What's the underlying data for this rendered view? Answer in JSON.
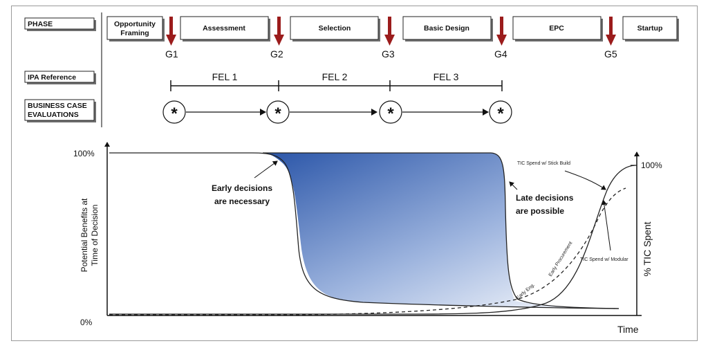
{
  "labels": {
    "phase": "PHASE",
    "ipa_reference": "IPA Reference",
    "business_case_line1": "BUSINESS CASE",
    "business_case_line2": "EVALUATIONS"
  },
  "phases": [
    {
      "line1": "Opportunity",
      "line2": "Framing"
    },
    {
      "line1": "Assessment",
      "line2": ""
    },
    {
      "line1": "Selection",
      "line2": ""
    },
    {
      "line1": "Basic Design",
      "line2": ""
    },
    {
      "line1": "EPC",
      "line2": ""
    },
    {
      "line1": "Startup",
      "line2": ""
    }
  ],
  "gates": [
    "G1",
    "G2",
    "G3",
    "G4",
    "G5"
  ],
  "fel": [
    "FEL 1",
    "FEL 2",
    "FEL 3"
  ],
  "evaluation_marker": "*",
  "annotations": {
    "early_line1": "Early decisions",
    "early_line2": "are necessary",
    "late_line1": "Late decisions",
    "late_line2": "are possible",
    "stick_build": "TIC Spend w/ Stick Build",
    "modular": "TIC Spend  w/ Modular",
    "early_procurement": "Early Procurement",
    "early_eng": "Early Eng."
  },
  "axes": {
    "y_left_line1": "Potential Benefits at",
    "y_left_line2": "Time of Decision",
    "y_left_top": "100%",
    "y_left_bottom": "0%",
    "y_right": "% TIC Spent",
    "y_right_top": "100%",
    "x": "Time"
  },
  "colors": {
    "gate_arrow": "#9b1c1c",
    "fill_dark": "#2a55a8",
    "fill_light": "#ffffff"
  }
}
